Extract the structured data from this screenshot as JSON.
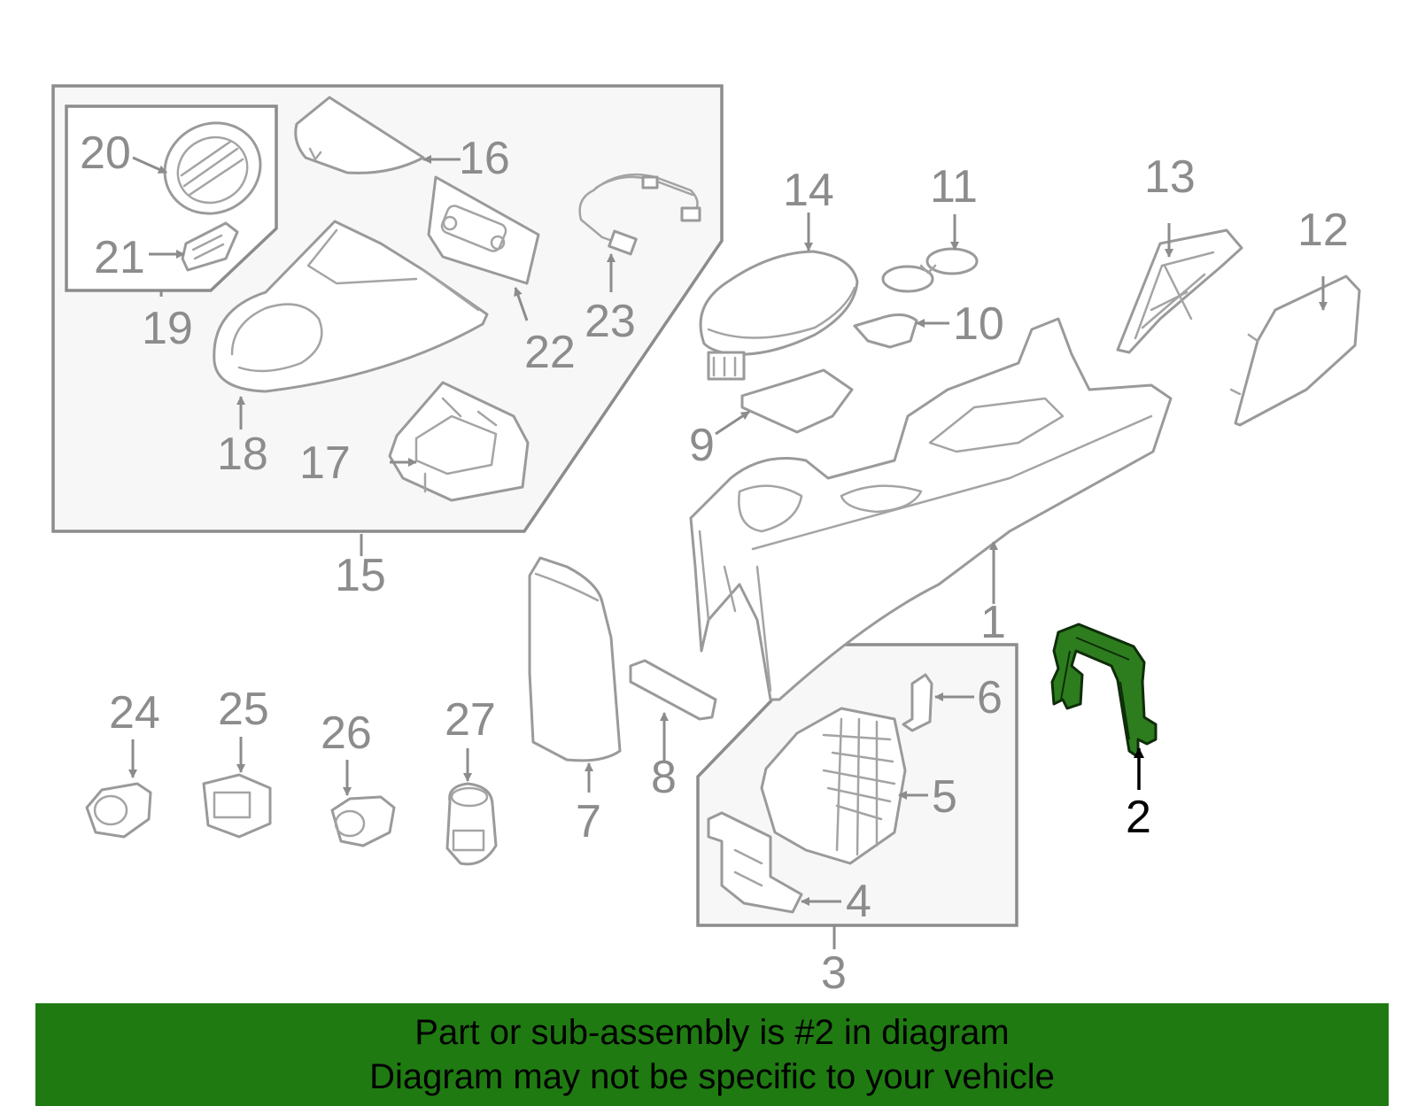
{
  "callouts": {
    "c1": "1",
    "c2": "2",
    "c3": "3",
    "c4": "4",
    "c5": "5",
    "c6": "6",
    "c7": "7",
    "c8": "8",
    "c9": "9",
    "c10": "10",
    "c11": "11",
    "c12": "12",
    "c13": "13",
    "c14": "14",
    "c15": "15",
    "c16": "16",
    "c17": "17",
    "c18": "18",
    "c19": "19",
    "c20": "20",
    "c21": "21",
    "c22": "22",
    "c23": "23",
    "c24": "24",
    "c25": "25",
    "c26": "26",
    "c27": "27"
  },
  "highlight": {
    "part": "2",
    "color": "#2d7d1e"
  },
  "banner": {
    "background": "#1f7a12",
    "line1": "Part or sub-assembly is #2 in diagram",
    "line2": "Diagram may not be specific to your vehicle"
  }
}
